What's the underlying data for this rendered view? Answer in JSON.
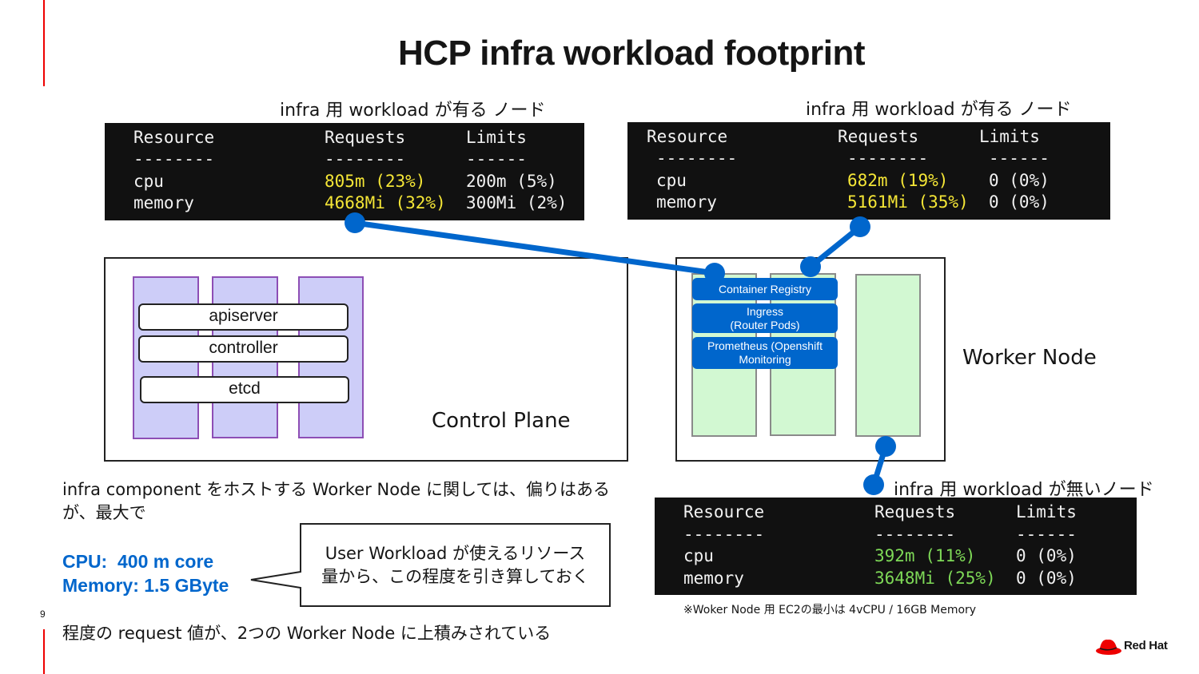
{
  "slide": {
    "title": "HCP infra workload footprint",
    "page_number": "9"
  },
  "table_headers": {
    "resource": "Resource",
    "requests": "Requests",
    "limits": "Limits",
    "dash_resource": "--------",
    "dash_requests": "--------",
    "dash_limits": "------"
  },
  "node1": {
    "caption": "infra 用 workload が有る ノード",
    "rows": [
      {
        "name": "cpu",
        "requests": "805m (23%)",
        "limits": "200m (5%)"
      },
      {
        "name": "memory",
        "requests": "4668Mi (32%)",
        "limits": "300Mi (2%)"
      }
    ]
  },
  "node2": {
    "caption": "infra 用 workload が有る ノード",
    "rows": [
      {
        "name": "cpu",
        "requests": "682m (19%)",
        "limits": "0 (0%)"
      },
      {
        "name": "memory",
        "requests": "5161Mi (35%)",
        "limits": "0 (0%)"
      }
    ]
  },
  "node3": {
    "caption": "infra 用 workload が無いノード",
    "rows": [
      {
        "name": "cpu",
        "requests": "392m (11%)",
        "limits": "0 (0%)"
      },
      {
        "name": "memory",
        "requests": "3648Mi (25%)",
        "limits": "0 (0%)"
      }
    ]
  },
  "control_plane": {
    "label": "Control Plane",
    "components": [
      "apiserver",
      "controller",
      "etcd"
    ]
  },
  "worker_node": {
    "label": "Worker Node",
    "pods": [
      {
        "line1": "Container Registry",
        "line2": ""
      },
      {
        "line1": "Ingress",
        "line2": "(Router Pods)"
      },
      {
        "line1": "Prometheus (Openshift",
        "line2": "Monitoring"
      }
    ]
  },
  "summary": {
    "line1": "infra component をホストする Worker Node に関しては、偏りはある",
    "line2": "が、最大で",
    "cpu": "CPU:  400 m core",
    "memory": "Memory: 1.5 GByte",
    "bottom": "程度の request 値が、2つの Worker Node に上積みされている"
  },
  "callout": {
    "line1": "User Workload が使えるリソース",
    "line2": "量から、この程度を引き算しておく"
  },
  "footnote": "※Woker Node 用 EC2の最小は 4vCPU / 16GB Memory",
  "logo": {
    "text": "Red Hat"
  },
  "colors": {
    "accent_red": "#ee0000",
    "connector_blue": "#0066cc",
    "requests_highlight": "#f5e636",
    "requests_no_infra": "#7ed957",
    "control_plane_fill": "#cdcdf8",
    "worker_fill": "#d2f8d2"
  }
}
